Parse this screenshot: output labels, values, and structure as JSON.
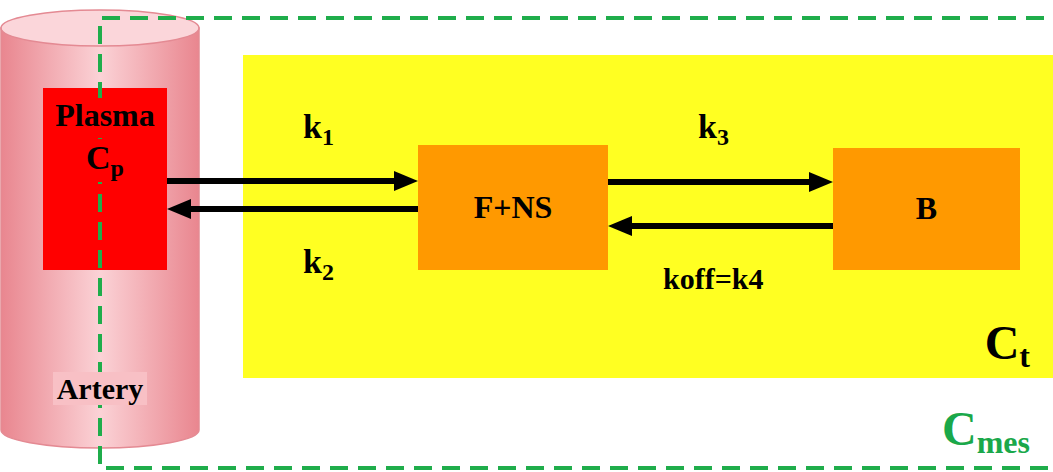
{
  "diagram": {
    "nodes": [
      {
        "text": [
          "Cmes"
        ]
      },
      {
        "text": [
          "Artery"
        ]
      },
      {
        "text": [
          "Plasma",
          "Cp"
        ],
        "in": 1
      },
      {
        "text": [
          "Ct"
        ],
        "in": 0
      },
      {
        "text": [
          "F+NS"
        ],
        "in": 3
      },
      {
        "text": [
          "B"
        ],
        "in": 3
      }
    ],
    "edges": [
      {
        "from": 2,
        "to": 4,
        "arrow": "to",
        "label": "k1"
      },
      {
        "from": 4,
        "to": 2,
        "arrow": "to",
        "label": "k2"
      },
      {
        "from": 4,
        "to": 5,
        "arrow": "to",
        "label": "k3"
      },
      {
        "from": 5,
        "to": 4,
        "arrow": "to",
        "label": "koff=k4"
      }
    ]
  }
}
